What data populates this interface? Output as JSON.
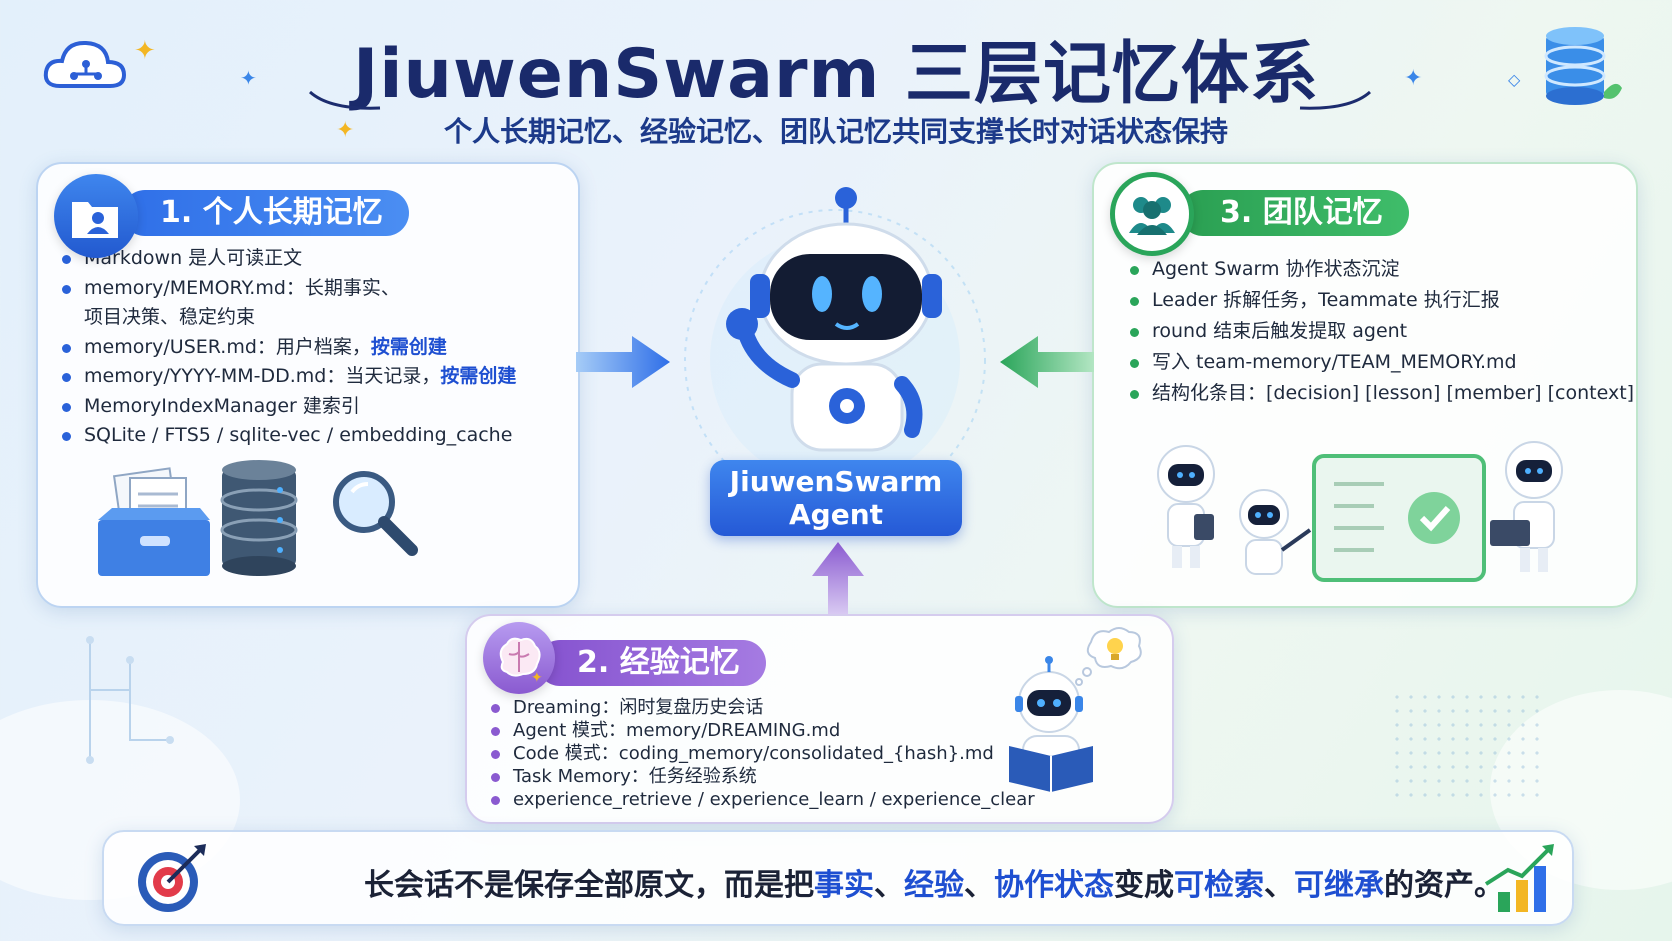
{
  "header": {
    "title": "JiuwenSwarm 三层记忆体系",
    "subtitle": "个人长期记忆、经验记忆、团队记忆共同支撑长时对话状态保持"
  },
  "panel1": {
    "title": "1. 个人长期记忆",
    "items": [
      {
        "text": "Markdown 是人可读正文"
      },
      {
        "text": "memory/MEMORY.md：长期事实、"
      },
      {
        "text": "项目决策、稳定约束",
        "continuation": true
      },
      {
        "text": "memory/USER.md：用户档案，",
        "highlight": "按需创建"
      },
      {
        "text": "memory/YYYY-MM-DD.md：当天记录，",
        "highlight": "按需创建"
      },
      {
        "text": "MemoryIndexManager 建索引"
      },
      {
        "text": "SQLite / FTS5 / sqlite-vec / embedding_cache"
      }
    ]
  },
  "panel2": {
    "title": "2. 经验记忆",
    "items": [
      "Dreaming：闲时复盘历史会话",
      "Agent 模式：memory/DREAMING.md",
      "Code 模式：coding_memory/consolidated_{hash}.md",
      "Task Memory：任务经验系统",
      "experience_retrieve / experience_learn / experience_clear"
    ]
  },
  "panel3": {
    "title": "3. 团队记忆",
    "items": [
      "Agent Swarm 协作状态沉淀",
      "Leader 拆解任务，Teammate 执行汇报",
      "round 结束后触发提取 agent",
      "写入 team-memory/TEAM_MEMORY.md",
      "结构化条目：[decision] [lesson] [member] [context]"
    ]
  },
  "center": {
    "agent_label_line1": "JiuwenSwarm",
    "agent_label_line2": "Agent"
  },
  "bottom": {
    "segments": [
      {
        "text": "长会话不是保存全部原文，而是把",
        "bold_blue": false
      },
      {
        "text": "事实",
        "bold_blue": true
      },
      {
        "text": "、",
        "bold_blue": false
      },
      {
        "text": "经验",
        "bold_blue": true
      },
      {
        "text": "、",
        "bold_blue": false
      },
      {
        "text": "协作状态",
        "bold_blue": true
      },
      {
        "text": "变成",
        "bold_blue": false
      },
      {
        "text": "可检索",
        "bold_blue": true
      },
      {
        "text": "、",
        "bold_blue": false
      },
      {
        "text": "可继承",
        "bold_blue": true
      },
      {
        "text": "的资产。",
        "bold_blue": false
      }
    ]
  },
  "colors": {
    "blue": "#2f6fe8",
    "green": "#2aa55a",
    "purple": "#8a5ad0",
    "navy": "#1a2a6b"
  },
  "icons": [
    "cloud-network-icon",
    "database-stack-icon",
    "user-folder-icon",
    "team-icon",
    "brain-icon",
    "target-icon",
    "growth-chart-icon",
    "file-cabinet-icon",
    "server-icon",
    "magnifier-icon",
    "robot-icon",
    "lightbulb-icon"
  ]
}
